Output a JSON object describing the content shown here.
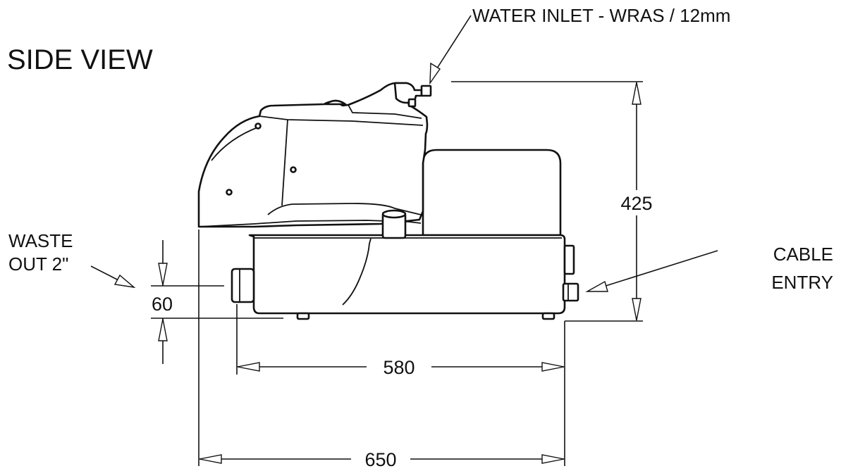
{
  "title": "SIDE  VIEW",
  "callouts": {
    "water_inlet": "WATER INLET - WRAS / 12mm",
    "waste_out_line1": "WASTE",
    "waste_out_line2": "OUT 2\"",
    "cable_entry_line1": "CABLE",
    "cable_entry_line2": "ENTRY"
  },
  "dimensions": {
    "height": "425",
    "outlet_height": "60",
    "base_length": "580",
    "overall_length": "650"
  },
  "colors": {
    "ink": "#111111",
    "background": "#ffffff"
  }
}
